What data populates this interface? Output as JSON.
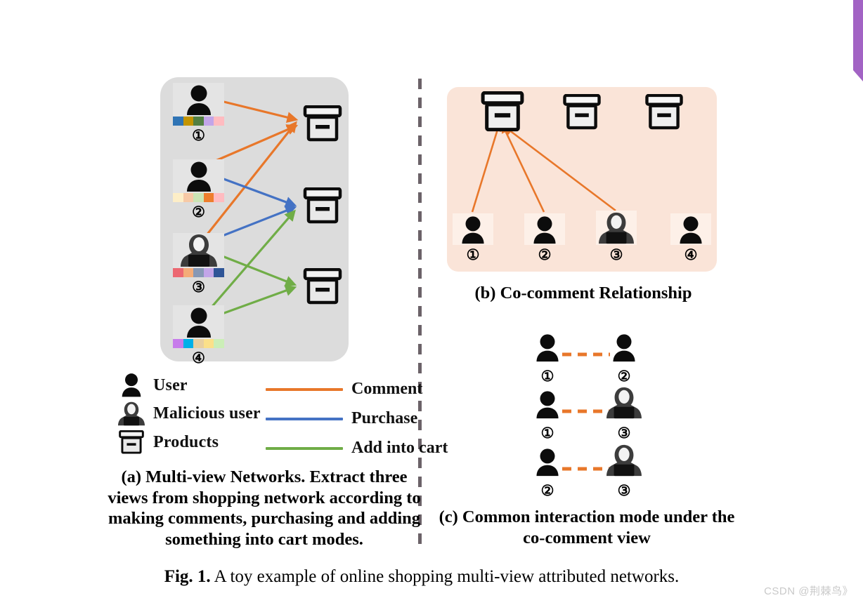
{
  "figure": {
    "label": "Fig. 1.",
    "caption": "A toy example of online shopping multi-view attributed networks."
  },
  "colors": {
    "comment": "#e8772a",
    "purchase": "#4472c4",
    "add_to_cart": "#70ad47",
    "panel_a_bg": "#dcdcdc",
    "panel_b_bg": "#fae4d8",
    "divider": "#6b6268",
    "corner_accent": "#a263c4"
  },
  "panel_a": {
    "caption": "(a) Multi-view Networks. Extract three views from shopping network according to making comments, purchasing and adding something into cart modes.",
    "users": [
      {
        "index": "①",
        "type": "user",
        "attributes": [
          "#2f74b5",
          "#c39400",
          "#527f42",
          "#c2a5e8",
          "#ffbbc0"
        ]
      },
      {
        "index": "②",
        "type": "user",
        "attributes": [
          "#fdeec7",
          "#f7c9a6",
          "#cbe4b4",
          "#ee7e2d",
          "#ffbbc0"
        ]
      },
      {
        "index": "③",
        "type": "malicious-user",
        "attributes": [
          "#ec6872",
          "#f4ac78",
          "#8698b5",
          "#c2a5e8",
          "#2f5597"
        ]
      },
      {
        "index": "④",
        "type": "user",
        "attributes": [
          "#c77ceb",
          "#00b0e8",
          "#e8cfa0",
          "#fbe08a",
          "#cbeeb7"
        ]
      }
    ],
    "products": [
      {
        "id": "product-1"
      },
      {
        "id": "product-2"
      },
      {
        "id": "product-3"
      }
    ],
    "edges": [
      {
        "from": "user-1",
        "to": "product-1",
        "relation": "comment"
      },
      {
        "from": "user-2",
        "to": "product-1",
        "relation": "comment"
      },
      {
        "from": "user-3",
        "to": "product-1",
        "relation": "comment"
      },
      {
        "from": "user-2",
        "to": "product-2",
        "relation": "purchase"
      },
      {
        "from": "user-3",
        "to": "product-2",
        "relation": "purchase"
      },
      {
        "from": "user-3",
        "to": "product-3",
        "relation": "add_to_cart"
      },
      {
        "from": "user-4",
        "to": "product-2",
        "relation": "add_to_cart"
      },
      {
        "from": "user-4",
        "to": "product-3",
        "relation": "add_to_cart"
      }
    ]
  },
  "legend": {
    "nodes": [
      {
        "icon": "user-icon",
        "label": "User"
      },
      {
        "icon": "malicious-user-icon",
        "label": "Malicious user"
      },
      {
        "icon": "product-box-icon",
        "label": "Products"
      }
    ],
    "edges": [
      {
        "color": "#e8772a",
        "label": "Comment"
      },
      {
        "color": "#4472c4",
        "label": "Purchase"
      },
      {
        "color": "#70ad47",
        "label": "Add into cart"
      }
    ]
  },
  "panel_b": {
    "caption": "(b) Co-comment Relationship",
    "products": [
      "product-1",
      "product-2",
      "product-3"
    ],
    "users": [
      {
        "index": "①",
        "type": "user"
      },
      {
        "index": "②",
        "type": "user"
      },
      {
        "index": "③",
        "type": "malicious-user"
      },
      {
        "index": "④",
        "type": "user"
      }
    ],
    "edges": [
      {
        "from": "user-1",
        "to": "product-1",
        "relation": "comment"
      },
      {
        "from": "user-2",
        "to": "product-1",
        "relation": "comment"
      },
      {
        "from": "user-3",
        "to": "product-1",
        "relation": "comment"
      }
    ]
  },
  "panel_c": {
    "caption": "(c) Common interaction mode under the co-comment view",
    "pairs": [
      {
        "left": {
          "index": "①",
          "type": "user"
        },
        "right": {
          "index": "②",
          "type": "user"
        }
      },
      {
        "left": {
          "index": "①",
          "type": "user"
        },
        "right": {
          "index": "③",
          "type": "malicious-user"
        }
      },
      {
        "left": {
          "index": "②",
          "type": "user"
        },
        "right": {
          "index": "③",
          "type": "malicious-user"
        }
      }
    ]
  },
  "watermark": "CSDN @荆棘鸟》"
}
